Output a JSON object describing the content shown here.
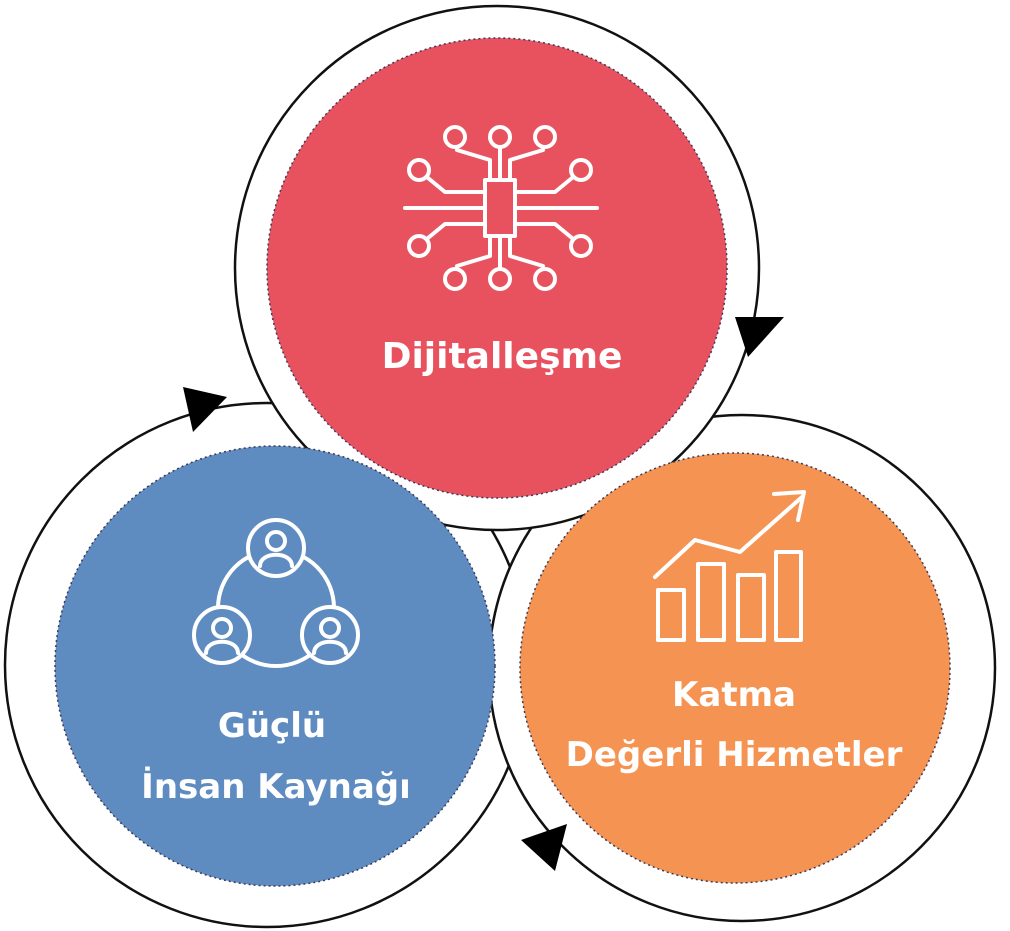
{
  "nodes": {
    "dijitallesme": {
      "label": "Dijitalleşme",
      "color": "#e8525f",
      "icon": "circuit-chip-icon"
    },
    "katma": {
      "label_line1": "Katma",
      "label_line2": "Değerli Hizmetler",
      "color": "#f59452",
      "icon": "bar-chart-growth-icon"
    },
    "insan": {
      "label_line1": "Güçlü",
      "label_line2": "İnsan Kaynağı",
      "color": "#5f8cc0",
      "icon": "people-network-icon"
    }
  },
  "cycle_order": [
    "Dijitalleşme",
    "Katma Değerli Hizmetler",
    "Güçlü İnsan Kaynağı"
  ],
  "colors": {
    "outline": "#111111",
    "arrow": "#000000",
    "text": "#ffffff"
  }
}
